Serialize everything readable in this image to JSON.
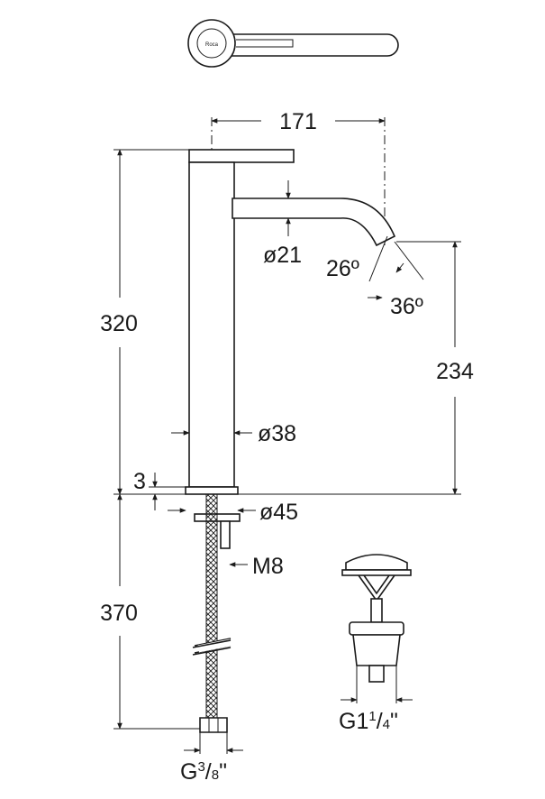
{
  "dimensions": {
    "spout_reach": "171",
    "body_height": "320",
    "spout_height": "234",
    "spout_diameter": "ø21",
    "angle_a": "26º",
    "angle_b": "36º",
    "body_diameter": "ø38",
    "base_gap": "3",
    "base_diameter": "ø45",
    "thread": "M8",
    "hose_length": "370",
    "hose_connection": {
      "main": "G",
      "num": "3",
      "den": "8",
      "suffix": "\""
    },
    "waste_connection": {
      "main": "G1",
      "num": "1",
      "den": "4",
      "suffix": "\""
    }
  },
  "logo_text": "Roca"
}
